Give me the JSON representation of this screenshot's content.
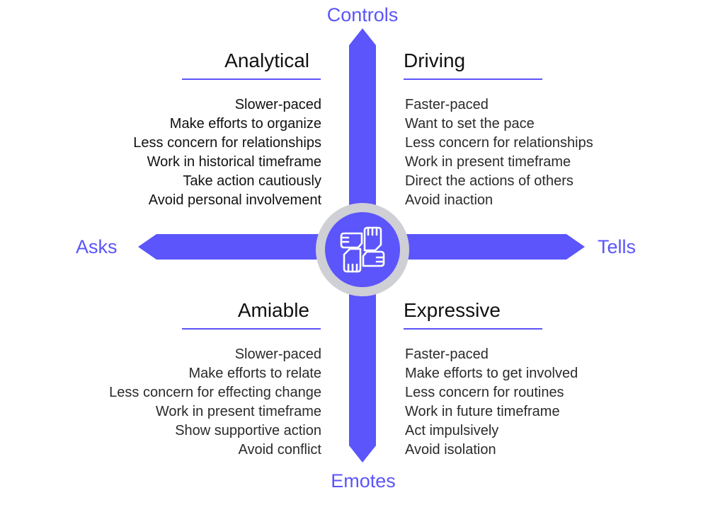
{
  "colors": {
    "accent": "#5b55fb",
    "circle_ring": "#cfcfd6",
    "text": "#111111",
    "icon": "#ffffff"
  },
  "axes": {
    "top": "Controls",
    "bottom": "Emotes",
    "left": "Asks",
    "right": "Tells"
  },
  "center_icon": "joined-hands-icon",
  "quadrants": {
    "top_left": {
      "title": "Analytical",
      "items": [
        "Slower-paced",
        "Make efforts to organize",
        "Less concern for relationships",
        "Work in historical timeframe",
        "Take action cautiously",
        "Avoid personal involvement"
      ]
    },
    "top_right": {
      "title": "Driving",
      "items": [
        "Faster-paced",
        "Want to set the pace",
        "Less concern for relationships",
        "Work in present timeframe",
        "Direct the actions of others",
        "Avoid inaction"
      ]
    },
    "bottom_left": {
      "title": "Amiable",
      "items": [
        "Slower-paced",
        "Make efforts to relate",
        "Less concern for effecting change",
        "Work in present timeframe",
        "Show supportive action",
        "Avoid conflict"
      ]
    },
    "bottom_right": {
      "title": "Expressive",
      "items": [
        "Faster-paced",
        "Make efforts to get involved",
        "Less concern for routines",
        "Work in future timeframe",
        "Act impulsively",
        "Avoid isolation"
      ]
    }
  }
}
